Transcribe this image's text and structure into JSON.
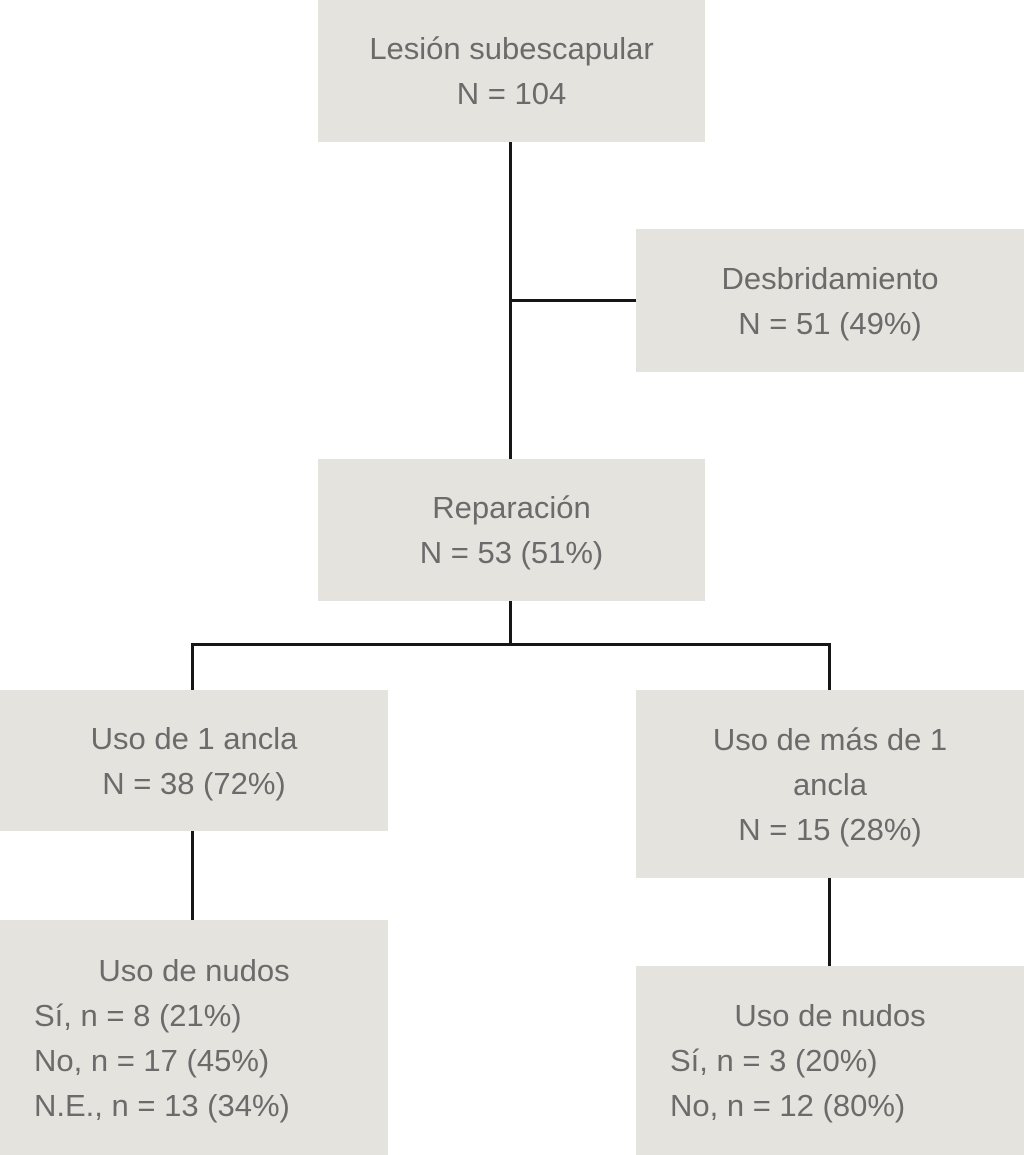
{
  "diagram": {
    "type": "flowchart",
    "language": "es",
    "colors": {
      "box_fill": "#e5e3de",
      "text": "#6b6b6b",
      "connector": "#161616",
      "background": "#ffffff"
    },
    "nodes": {
      "lesion": {
        "lines": [
          "Lesión subescapular",
          "N = 104"
        ],
        "n": 104
      },
      "desbridamiento": {
        "lines": [
          "Desbridamiento",
          "N = 51 (49%)"
        ],
        "n": 51,
        "percent": "49%"
      },
      "reparacion": {
        "lines": [
          "Reparación",
          "N = 53 (51%)"
        ],
        "n": 53,
        "percent": "51%"
      },
      "one_anchor": {
        "lines": [
          "Uso de 1 ancla",
          "N = 38 (72%)"
        ],
        "n": 38,
        "percent": "72%"
      },
      "multi_anchor": {
        "lines": [
          "Uso de más de 1",
          "ancla",
          "N = 15 (28%)"
        ],
        "n": 15,
        "percent": "28%"
      },
      "knots_one_anchor": {
        "title": "Uso de nudos",
        "items": [
          "Sí, n = 8 (21%)",
          "No, n = 17 (45%)",
          "N.E., n = 13 (34%)"
        ]
      },
      "knots_multi_anchor": {
        "title": "Uso de nudos",
        "items": [
          "Sí, n = 3 (20%)",
          "No, n = 12 (80%)"
        ]
      }
    }
  }
}
